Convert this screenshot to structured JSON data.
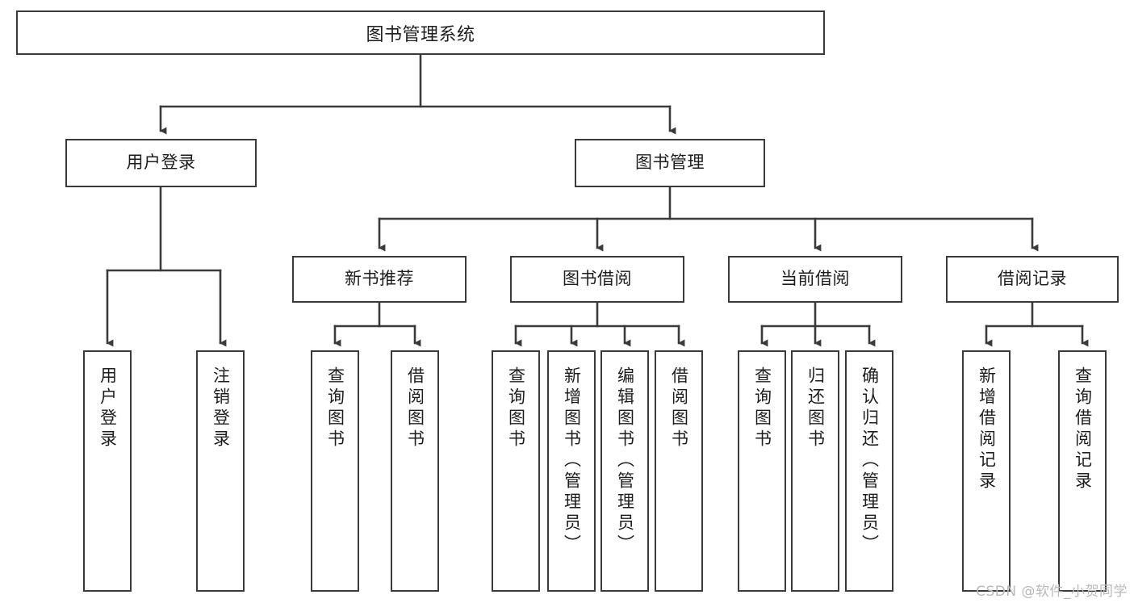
{
  "diagram": {
    "type": "tree-structure-chart",
    "title": "图书管理系统",
    "orientation": "top-down",
    "colors": {
      "node_border": "#3a3a3a",
      "node_fill": "#ffffff",
      "edge": "#3a3a3a",
      "text": "#1d1d1d",
      "watermark": "#b9b9b9",
      "background": "#ffffff"
    },
    "root": {
      "label": "图书管理系统"
    },
    "level1": [
      {
        "id": "user-login",
        "label": "用户登录"
      },
      {
        "id": "book-manage",
        "label": "图书管理"
      }
    ],
    "level2": [
      {
        "id": "new-book-recommend",
        "label": "新书推荐",
        "parent": "book-manage"
      },
      {
        "id": "book-borrow",
        "label": "图书借阅",
        "parent": "book-manage"
      },
      {
        "id": "current-borrow",
        "label": "当前借阅",
        "parent": "book-manage"
      },
      {
        "id": "borrow-record",
        "label": "借阅记录",
        "parent": "book-manage"
      }
    ],
    "leaves": [
      {
        "id": "leaf-user-login",
        "label": "用户登录",
        "parent": "user-login"
      },
      {
        "id": "leaf-logout-login",
        "label": "注销登录",
        "parent": "user-login"
      },
      {
        "id": "leaf-query-book-1",
        "label": "查询图书",
        "parent": "new-book-recommend"
      },
      {
        "id": "leaf-borrow-book-1",
        "label": "借阅图书",
        "parent": "new-book-recommend"
      },
      {
        "id": "leaf-query-book-2",
        "label": "查询图书",
        "parent": "book-borrow"
      },
      {
        "id": "leaf-add-book",
        "label": "新增图书（管理员）",
        "parent": "book-borrow"
      },
      {
        "id": "leaf-edit-book",
        "label": "编辑图书（管理员）",
        "parent": "book-borrow"
      },
      {
        "id": "leaf-borrow-book-2",
        "label": "借阅图书",
        "parent": "book-borrow"
      },
      {
        "id": "leaf-query-book-3",
        "label": "查询图书",
        "parent": "current-borrow"
      },
      {
        "id": "leaf-return-book",
        "label": "归还图书",
        "parent": "current-borrow"
      },
      {
        "id": "leaf-confirm-return",
        "label": "确认归还（管理员）",
        "parent": "current-borrow"
      },
      {
        "id": "leaf-add-record",
        "label": "新增借阅记录",
        "parent": "borrow-record"
      },
      {
        "id": "leaf-query-record",
        "label": "查询借阅记录",
        "parent": "borrow-record"
      }
    ]
  },
  "watermark": {
    "text": "CSDN @软件_小贺同学"
  }
}
